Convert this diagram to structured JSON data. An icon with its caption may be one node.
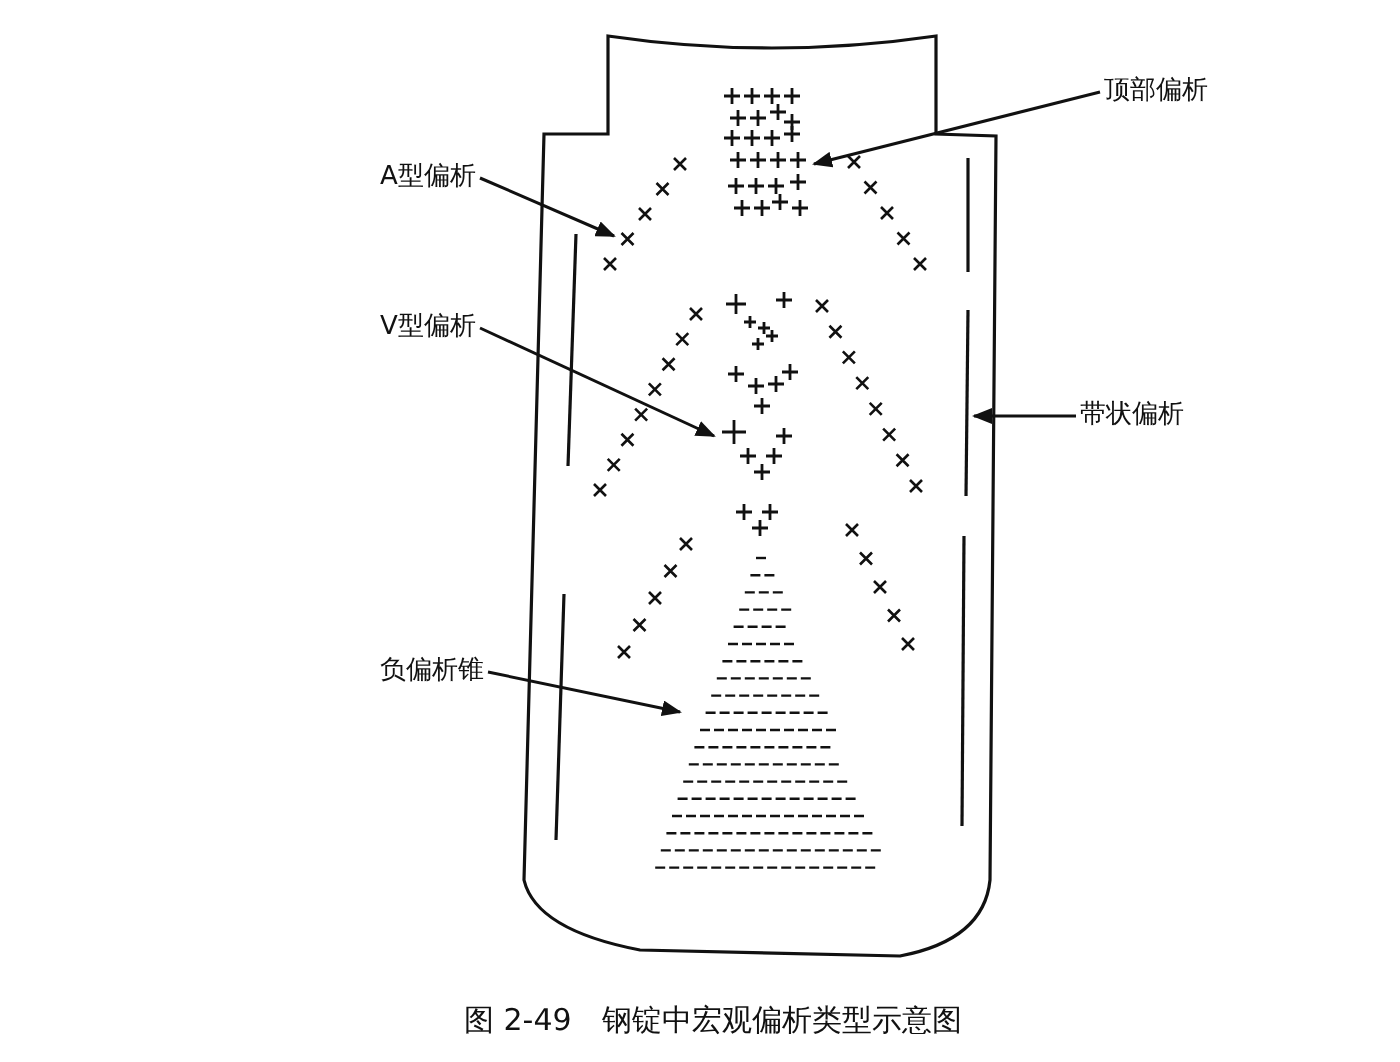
{
  "diagram": {
    "caption": "图 2-49　钢锭中宏观偏析类型示意图",
    "nodes": [
      {
        "text": [
          "顶部偏析"
        ]
      },
      {
        "text": [
          "A型偏析"
        ]
      },
      {
        "text": [
          "V型偏析"
        ]
      },
      {
        "text": [
          "带状偏析"
        ]
      },
      {
        "text": [
          "负偏析锥"
        ]
      }
    ],
    "edges": [
      {
        "from": 0,
        "to": null,
        "arrow": "to"
      },
      {
        "from": 1,
        "to": null,
        "arrow": "to"
      },
      {
        "from": 2,
        "to": null,
        "arrow": "to"
      },
      {
        "from": 3,
        "to": null,
        "arrow": "to"
      },
      {
        "from": 4,
        "to": null,
        "arrow": "to"
      }
    ]
  }
}
